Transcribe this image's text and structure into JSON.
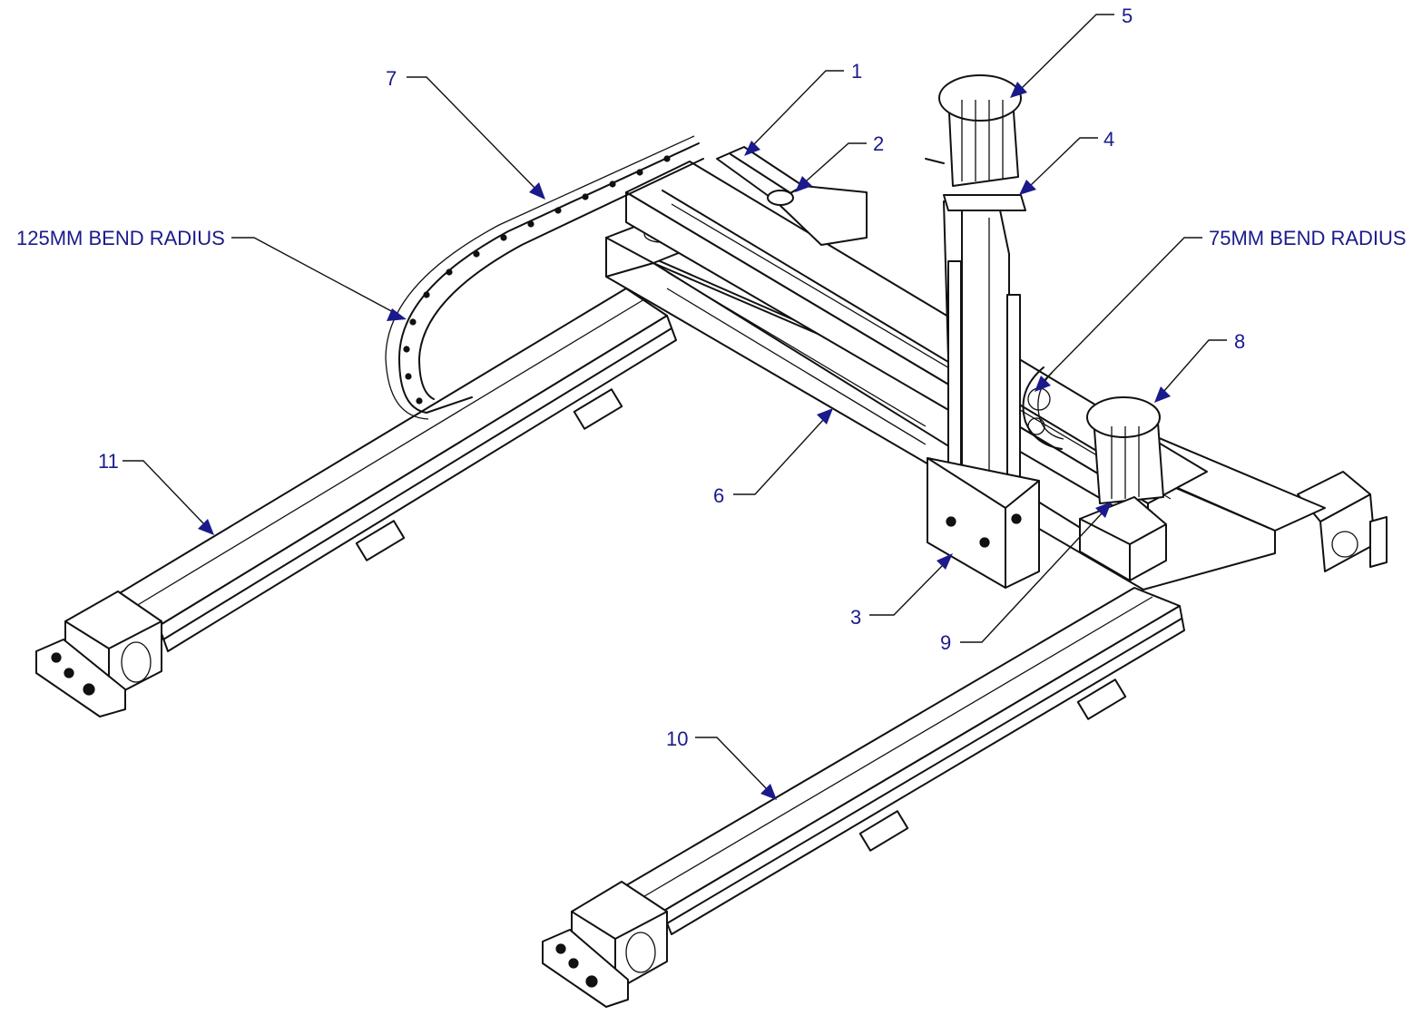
{
  "callouts": [
    {
      "id": "1",
      "text": "1"
    },
    {
      "id": "2",
      "text": "2"
    },
    {
      "id": "3",
      "text": "3"
    },
    {
      "id": "4",
      "text": "4"
    },
    {
      "id": "5",
      "text": "5"
    },
    {
      "id": "6",
      "text": "6"
    },
    {
      "id": "7",
      "text": "7"
    },
    {
      "id": "8",
      "text": "8"
    },
    {
      "id": "9",
      "text": "9"
    },
    {
      "id": "10",
      "text": "10"
    },
    {
      "id": "11",
      "text": "11"
    }
  ],
  "notes": {
    "bend_125": "125MM BEND RADIUS",
    "bend_75": "75MM BEND RADIUS"
  },
  "colors": {
    "leader_text": "#1a1a8c",
    "linework": "#111111"
  }
}
